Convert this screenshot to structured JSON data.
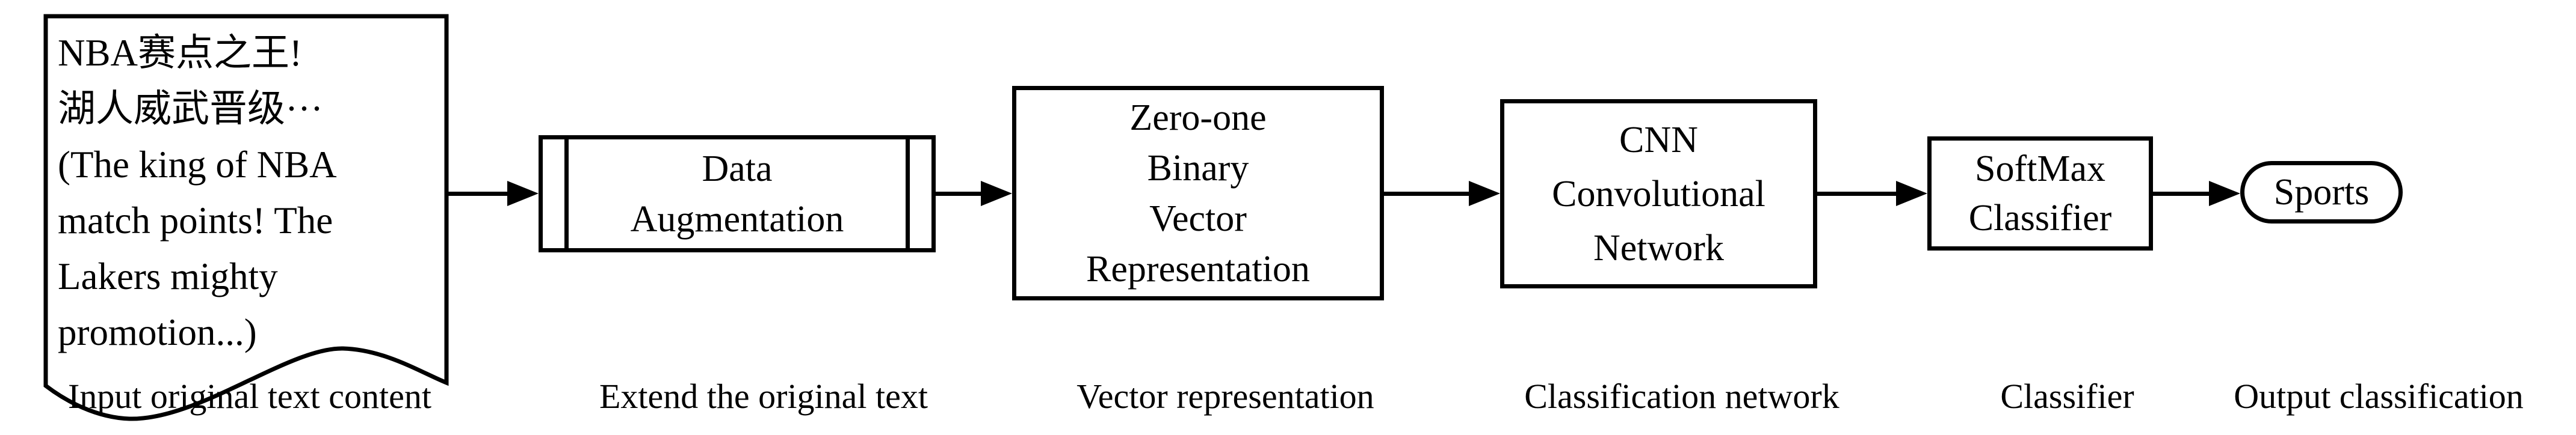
{
  "figure": {
    "background": "#ffffff",
    "ink": "#000000",
    "description_shapes": [
      "document",
      "predefined-process",
      "process",
      "process",
      "process",
      "terminator"
    ]
  },
  "nodes": {
    "input_document": {
      "label": "NBA赛点之王!\n湖人威武晋级···\n(The king of NBA\nmatch points! The\nLakers mighty\npromotion...)",
      "caption": "Input original text content"
    },
    "data_augmentation": {
      "label": "Data\nAugmentation",
      "caption": "Extend the original text"
    },
    "vector_representation": {
      "label": "Zero-one\nBinary\nVector\nRepresentation",
      "caption": "Vector representation"
    },
    "cnn": {
      "label": "CNN\nConvolutional\nNetwork",
      "caption": "Classification network"
    },
    "softmax": {
      "label": "SoftMax\nClassifier",
      "caption": "Classifier"
    },
    "output": {
      "label": "Sports",
      "caption": "Output classification"
    }
  }
}
